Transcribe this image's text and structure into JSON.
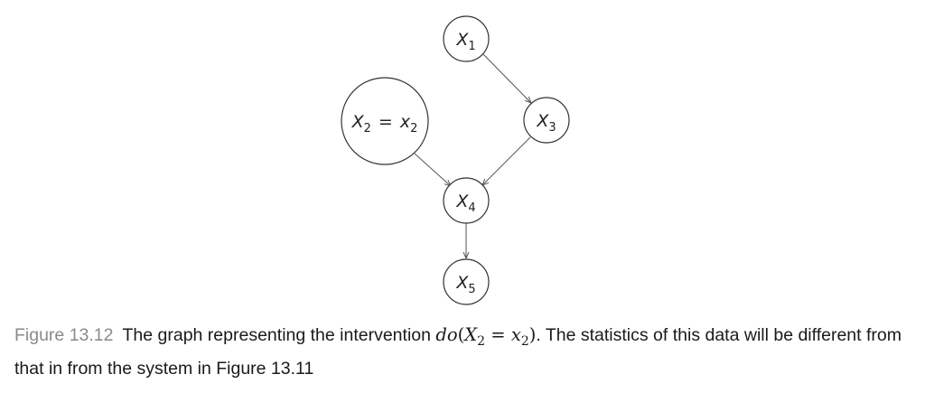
{
  "diagram": {
    "nodes": [
      {
        "id": "x1",
        "var": "X",
        "sub": "1",
        "label": "X1"
      },
      {
        "id": "x2",
        "var": "X",
        "sub": "2",
        "eq": "=",
        "val": "x",
        "valsub": "2",
        "label": "X2 = x2"
      },
      {
        "id": "x3",
        "var": "X",
        "sub": "3",
        "label": "X3"
      },
      {
        "id": "x4",
        "var": "X",
        "sub": "4",
        "label": "X4"
      },
      {
        "id": "x5",
        "var": "X",
        "sub": "5",
        "label": "X5"
      }
    ],
    "edges": [
      {
        "from": "x1",
        "to": "x3"
      },
      {
        "from": "x2",
        "to": "x4"
      },
      {
        "from": "x3",
        "to": "x4"
      },
      {
        "from": "x4",
        "to": "x5"
      }
    ]
  },
  "caption": {
    "figure_label": "Figure 13.12",
    "text_before": "The graph representing the intervention ",
    "math_do": "do",
    "math_open": "(",
    "math_var": "X",
    "math_var_sub": "2",
    "math_eq": " = ",
    "math_val": "x",
    "math_val_sub": "2",
    "math_close": ")",
    "text_after": ". The statistics of this data will be different from that in from the system in Figure 13.11"
  }
}
